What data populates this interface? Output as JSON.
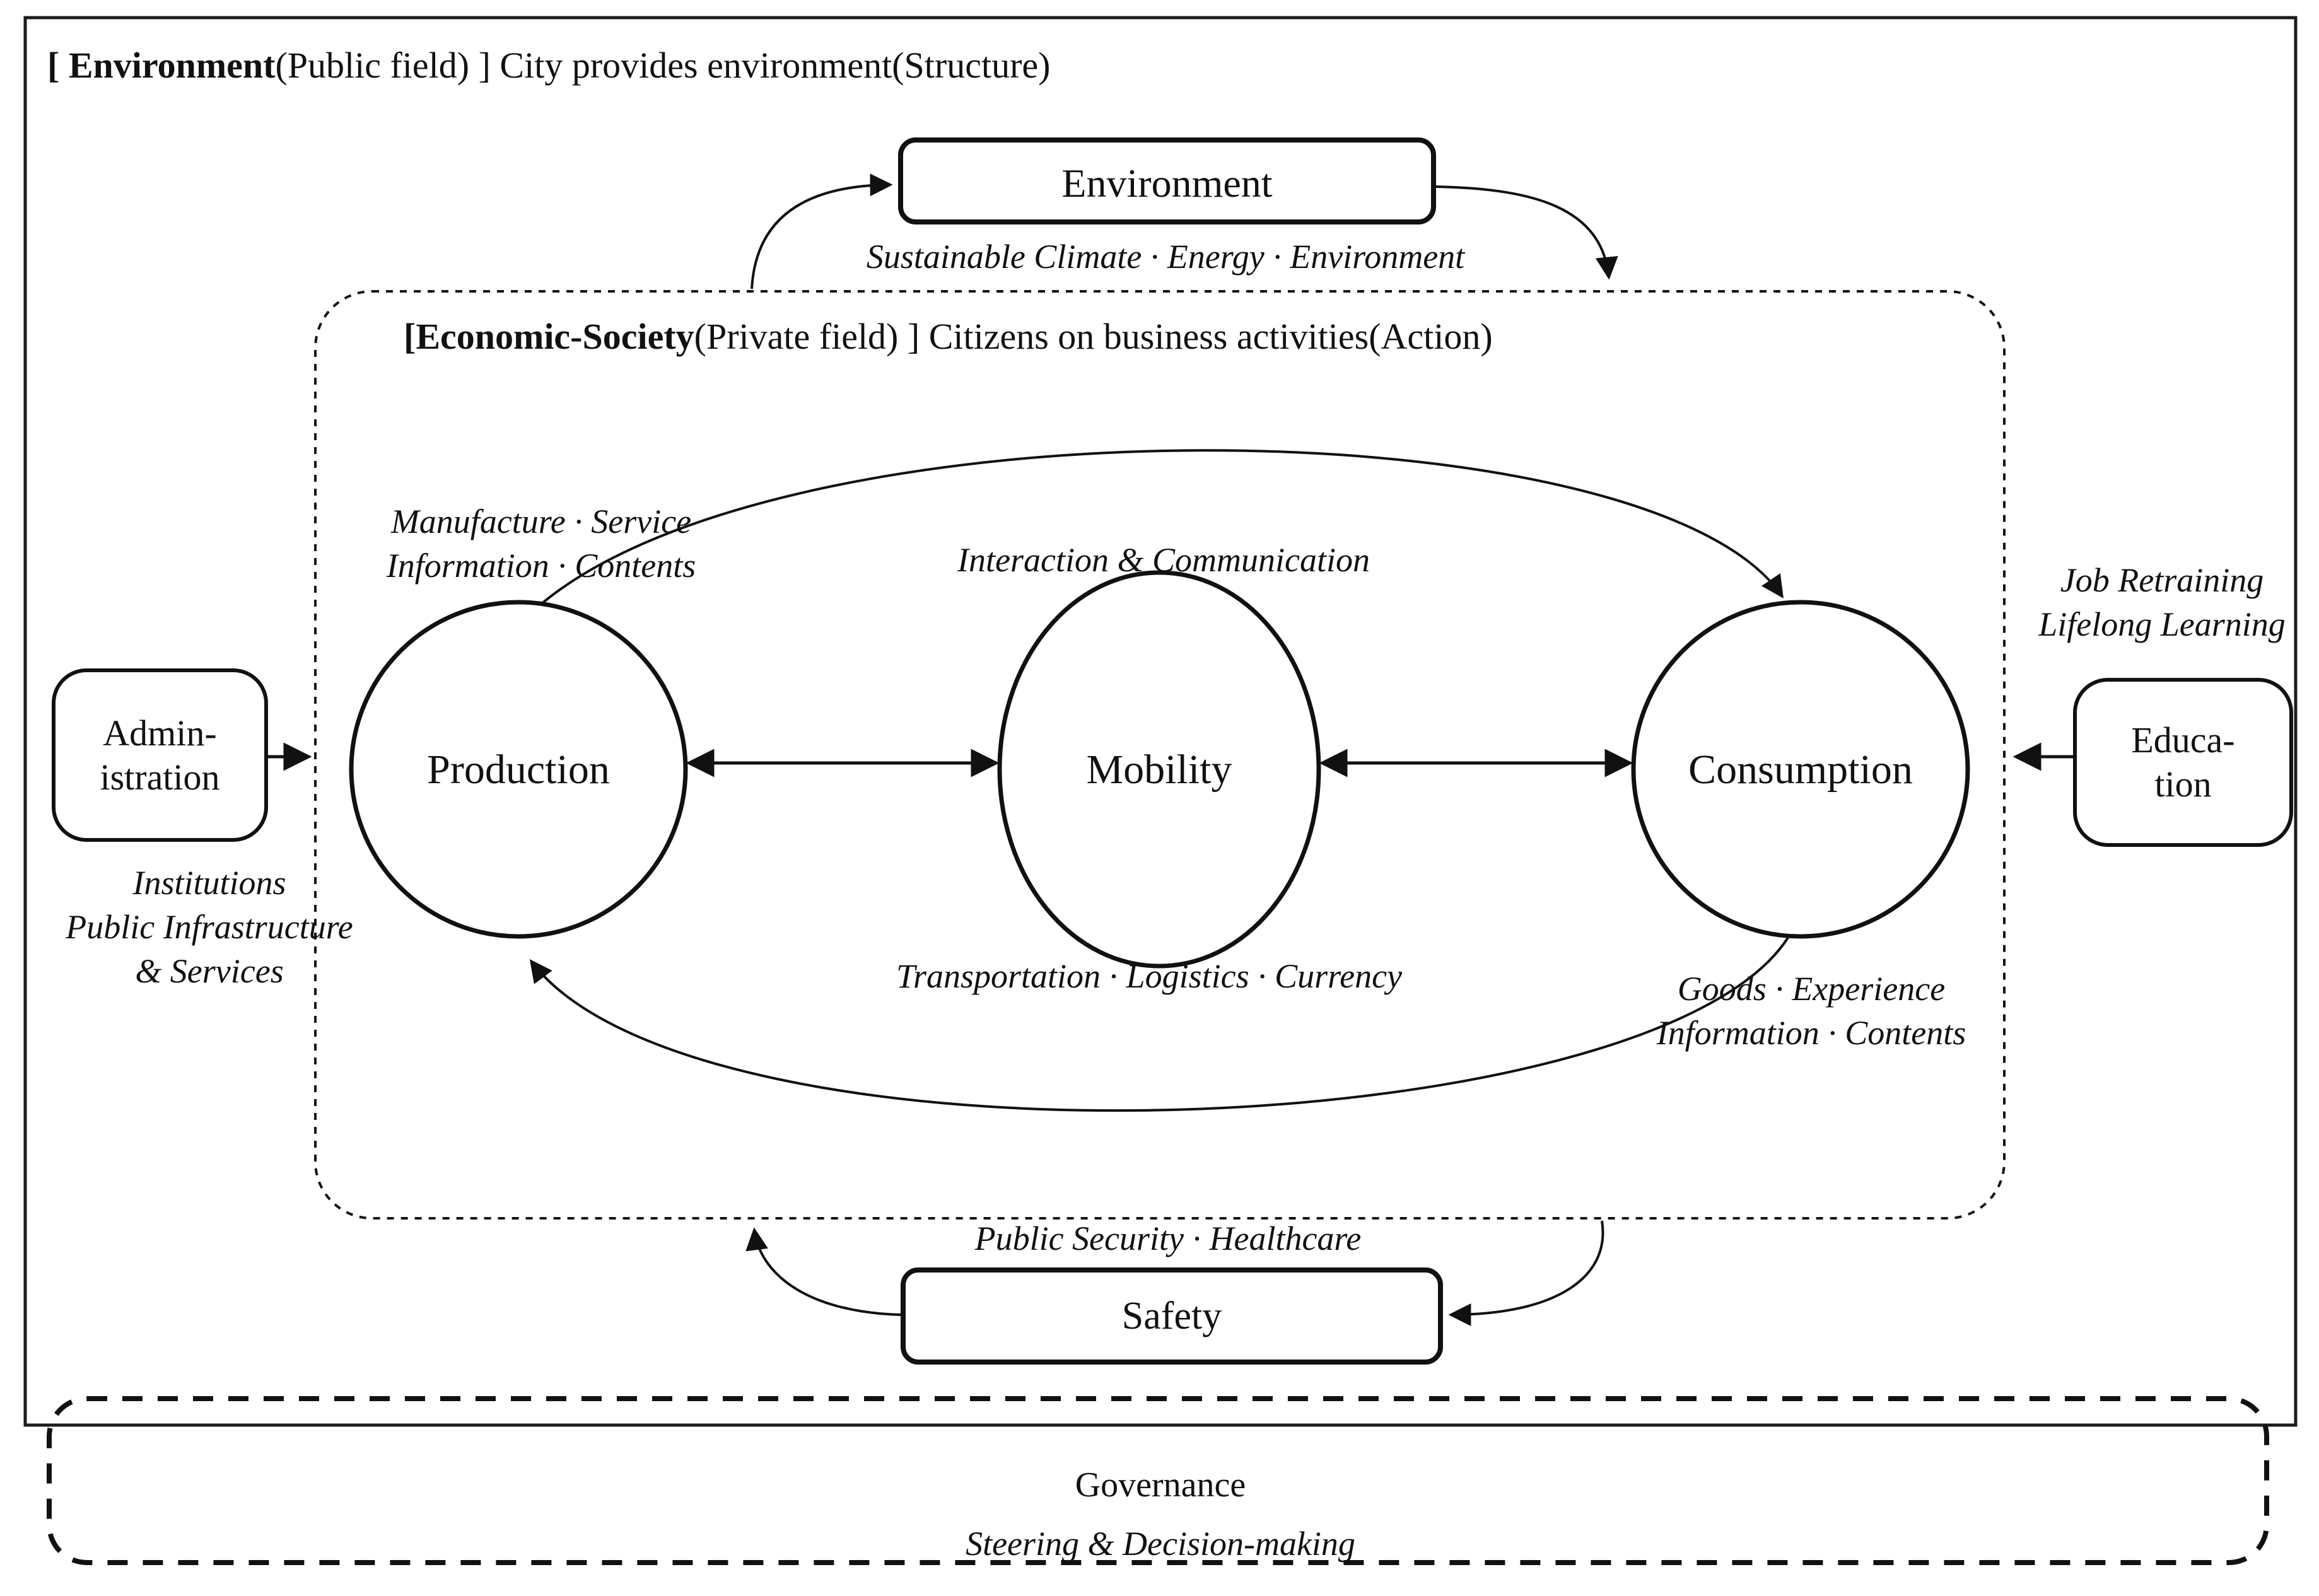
{
  "page": {
    "background": "#ffffff",
    "ink": "#111111"
  },
  "outer_field": {
    "title_bold": "[ Environment",
    "title_rest": "(Public field) ] City provides environment(Structure)"
  },
  "economy_field": {
    "title_bold": "[Economic-Society",
    "title_rest": "(Private field) ] Citizens on business activities(Action)"
  },
  "nodes": {
    "environment": {
      "label": "Environment",
      "sublabel": "Sustainable Climate · Energy · Environment"
    },
    "production": {
      "label": "Production",
      "toplabel_line1": "Manufacture · Service",
      "toplabel_line2": "Information · Contents"
    },
    "mobility": {
      "label": "Mobility",
      "toplabel": "Interaction & Communication",
      "bottomlabel": "Transportation · Logistics · Currency"
    },
    "consumption": {
      "label": "Consumption",
      "bottomlabel_line1": "Goods · Experience",
      "bottomlabel_line2": "Information · Contents"
    },
    "administration": {
      "label_line1": "Admin-",
      "label_line2": "istration",
      "sublabel_line1": "Institutions",
      "sublabel_line2": "Public Infrastructure",
      "sublabel_line3": "& Services"
    },
    "education": {
      "label_line1": "Educa-",
      "label_line2": "tion",
      "toplabel_line1": "Job Retraining",
      "toplabel_line2": "Lifelong Learning"
    },
    "safety": {
      "label": "Safety",
      "toplabel": "Public Security · Healthcare"
    },
    "governance": {
      "label": "Governance",
      "sublabel": "Steering & Decision-making"
    }
  }
}
